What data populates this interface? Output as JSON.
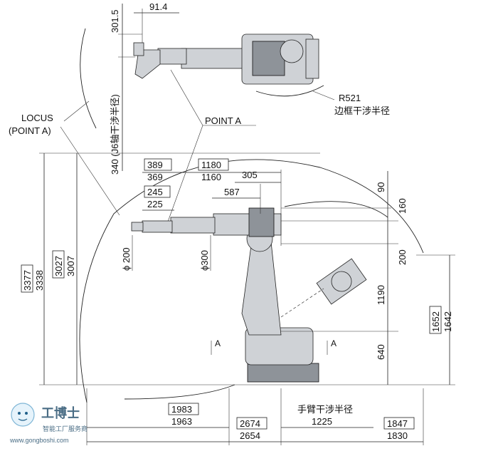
{
  "top_view": {
    "dim_91_4": "91.4",
    "dim_301_5": "301.5",
    "dim_340": "340 (J6轴干涉半径)",
    "r521_label": "R521",
    "r521_caption": "边框干涉半径"
  },
  "labels": {
    "locus_1": "LOCUS",
    "locus_2": "(POINT A)",
    "point_a": "POINT A",
    "phi200": "ϕ 200",
    "phi300": "ϕ300",
    "section_a": "A"
  },
  "side_dims": {
    "d389": "389",
    "d369": "369",
    "d1180": "1180",
    "d1160": "1160",
    "d305": "305",
    "d587": "587",
    "d245": "245",
    "d225": "225",
    "d90": "90",
    "d160": "160",
    "d200": "200",
    "d1190": "1190",
    "d640": "640",
    "d3377": "3377",
    "d3338": "3338",
    "d3027": "3027",
    "d3007": "3007",
    "d1652": "1652",
    "d1642": "1642"
  },
  "bottom_dims": {
    "d1983": "1983",
    "d1963": "1963",
    "d2674": "2674",
    "d2654": "2654",
    "arm_caption": "手臂干涉半径",
    "d1225": "1225",
    "d1847": "1847",
    "d1830": "1830"
  },
  "watermark": {
    "name": "工博士",
    "tagline": "智能工厂服务商",
    "url": "www.gongboshi.com"
  }
}
